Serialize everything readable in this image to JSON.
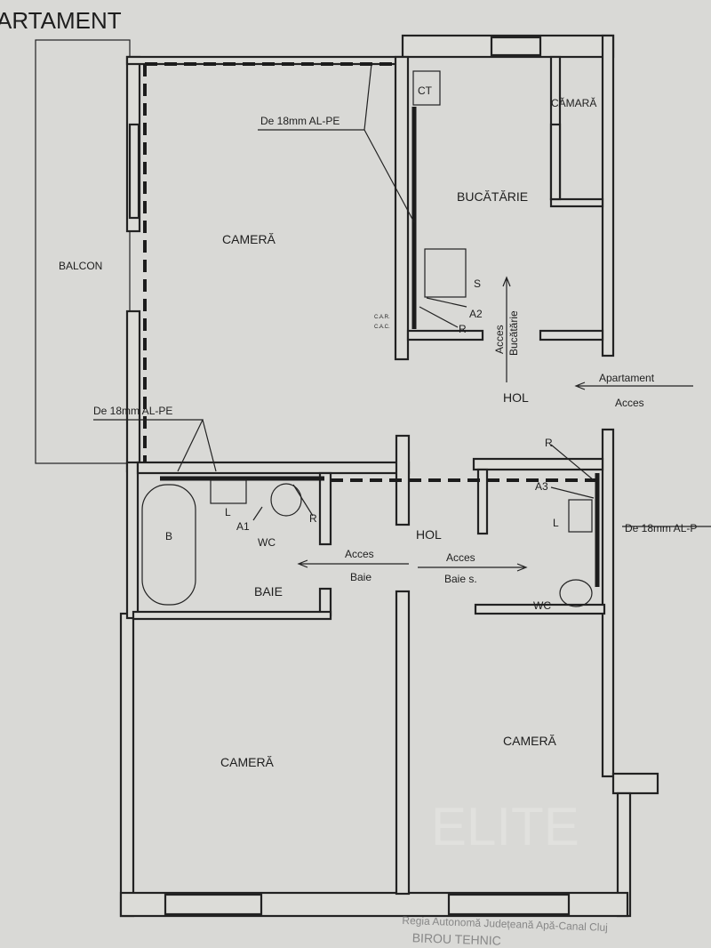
{
  "title": "ARTAMENT",
  "rooms": {
    "camera_top": "CAMERĂ",
    "balcon": "BALCON",
    "ct": "CT",
    "camara": "CĂMARĂ",
    "bucatarie": "BUCĂTĂRIE",
    "hol_upper": "HOL",
    "hol_lower": "HOL",
    "baie": "BAIE",
    "wc_baie": "WC",
    "wc_small": "WC",
    "camera_bottom_left": "CAMERĂ",
    "camera_bottom_right": "CAMERĂ"
  },
  "fixtures": {
    "sink_kitchen": "S",
    "bath": "B",
    "lavoar_baie": "L",
    "lavoar_small": "L"
  },
  "annotations": {
    "pipe_top": "De 18mm AL-PE",
    "pipe_left": "De 18mm AL-PE",
    "pipe_right": "De 18mm AL-P",
    "a1": "A1",
    "a2": "A2",
    "a3": "A3",
    "r_kitchen": "R",
    "r_baie": "R",
    "r_small": "R",
    "car": "C.A.R.",
    "cac": "C.A.C."
  },
  "access": {
    "bucatarie_1": "Acces",
    "bucatarie_2": "Bucătărie",
    "apartament_1": "Apartament",
    "apartament_2": "Acces",
    "baie_1": "Acces",
    "baie_2": "Baie",
    "baie_s_1": "Acces",
    "baie_s_2": "Baie s."
  },
  "stamp": {
    "line1": "Regia Autonomă Județeană Apă-Canal Cluj",
    "line2": "BIROU TEHNIC"
  },
  "watermark": "ELITE"
}
